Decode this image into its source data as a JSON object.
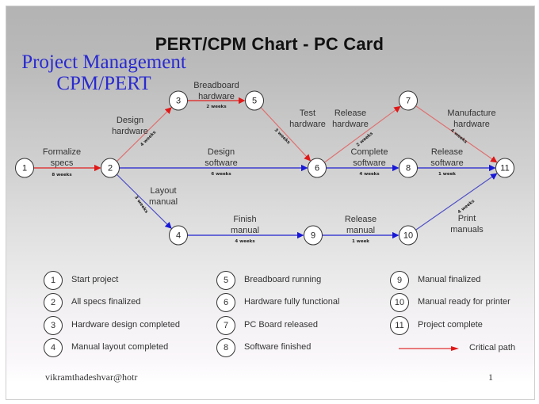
{
  "title": "PERT/CPM Chart - PC Card",
  "subtitle_lines": [
    "Project Management",
    "CPM/PERT"
  ],
  "colors": {
    "critical": "#e02020",
    "critical_light": "#e07070",
    "noncritical": "#2020d0",
    "noncritical_light": "#5050c8",
    "subtitle": "#2a2ad0"
  },
  "nodes": [
    {
      "id": "1",
      "label": "1"
    },
    {
      "id": "2",
      "label": "2"
    },
    {
      "id": "3",
      "label": "3"
    },
    {
      "id": "4",
      "label": "4"
    },
    {
      "id": "5",
      "label": "5"
    },
    {
      "id": "6",
      "label": "6"
    },
    {
      "id": "7",
      "label": "7"
    },
    {
      "id": "8",
      "label": "8"
    },
    {
      "id": "9",
      "label": "9"
    },
    {
      "id": "10",
      "label": "10"
    },
    {
      "id": "11",
      "label": "11"
    }
  ],
  "activities": [
    {
      "from": "1",
      "to": "2",
      "name": [
        "Formalize",
        "specs"
      ],
      "duration": "8 weeks",
      "critical": true
    },
    {
      "from": "2",
      "to": "3",
      "name": [
        "Design",
        "hardware"
      ],
      "duration": "4 weeks",
      "critical": true
    },
    {
      "from": "3",
      "to": "5",
      "name": [
        "Breadboard",
        "hardware"
      ],
      "duration": "2 weeks",
      "critical": true
    },
    {
      "from": "5",
      "to": "6",
      "name": [
        "Test",
        "hardware"
      ],
      "duration": "3 weeks",
      "critical": true
    },
    {
      "from": "6",
      "to": "7",
      "name": [
        "Release",
        "hardware"
      ],
      "duration": "2 weeks",
      "critical": true
    },
    {
      "from": "7",
      "to": "11",
      "name": [
        "Manufacture",
        "hardware"
      ],
      "duration": "4 weeks",
      "critical": true
    },
    {
      "from": "2",
      "to": "6",
      "name": [
        "Design",
        "software"
      ],
      "duration": "6 weeks",
      "critical": false
    },
    {
      "from": "6",
      "to": "8",
      "name": [
        "Complete",
        "software"
      ],
      "duration": "4 weeks",
      "critical": false
    },
    {
      "from": "8",
      "to": "11",
      "name": [
        "Release",
        "software"
      ],
      "duration": "1 week",
      "critical": false
    },
    {
      "from": "2",
      "to": "4",
      "name": [
        "Layout",
        "manual"
      ],
      "duration": "3 weeks",
      "critical": false
    },
    {
      "from": "4",
      "to": "9",
      "name": [
        "Finish",
        "manual"
      ],
      "duration": "4 weeks",
      "critical": false
    },
    {
      "from": "9",
      "to": "10",
      "name": [
        "Release",
        "manual"
      ],
      "duration": "1 week",
      "critical": false
    },
    {
      "from": "10",
      "to": "11",
      "name": [
        "Print",
        "manuals"
      ],
      "duration": "4 weeks",
      "critical": false
    }
  ],
  "legend": {
    "milestones": [
      {
        "num": "1",
        "text": "Start project"
      },
      {
        "num": "2",
        "text": "All specs finalized"
      },
      {
        "num": "3",
        "text": "Hardware design completed"
      },
      {
        "num": "4",
        "text": "Manual layout completed"
      },
      {
        "num": "5",
        "text": "Breadboard running"
      },
      {
        "num": "6",
        "text": "Hardware fully functional"
      },
      {
        "num": "7",
        "text": "PC Board released"
      },
      {
        "num": "8",
        "text": "Software finished"
      },
      {
        "num": "9",
        "text": "Manual finalized"
      },
      {
        "num": "10",
        "text": "Manual ready for printer"
      },
      {
        "num": "11",
        "text": "Project complete"
      }
    ],
    "critical_path_label": "Critical path"
  },
  "footer": {
    "author": "vikramthadeshvar@hotr",
    "page_number": "1"
  }
}
